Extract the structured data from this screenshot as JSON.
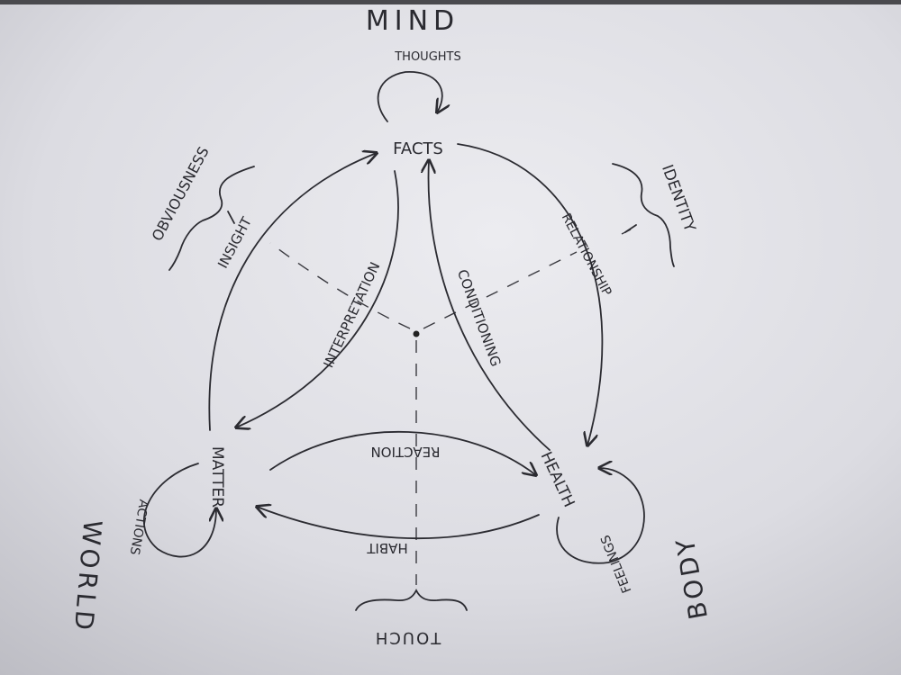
{
  "diagram": {
    "domains": {
      "mind": "MIND",
      "body": "BODY",
      "world": "WORLD"
    },
    "nodes": {
      "facts": "FACTS",
      "health": "HEALTH",
      "matter": "MATTER"
    },
    "loops": {
      "thoughts": "THOUGHTS",
      "feelings": "FEELINGS",
      "actions": "ACTIONS"
    },
    "edges": {
      "insight": "INSIGHT",
      "interpretation": "INTERPRETATION",
      "conditioning": "CONDITIONING",
      "relationship": "RELATIONSHIP",
      "reaction": "REACTION",
      "habit": "HABIT"
    },
    "groupings": {
      "obviousness": "OBVIOUSNESS",
      "identity": "IDENTITY",
      "touch": "TOUCH"
    }
  }
}
